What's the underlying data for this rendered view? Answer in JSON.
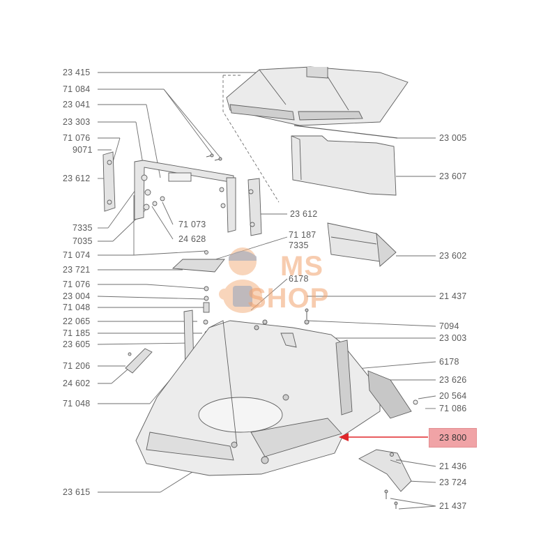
{
  "watermark": {
    "line1": "MS",
    "line2": "SHOP",
    "color": "#f1a36f"
  },
  "highlight": {
    "label": "23 800",
    "fill": "#f0a3a6",
    "arrow_color": "#e0262a"
  },
  "labels_left": [
    "23 415",
    "71 084",
    "23 041",
    "23 303",
    "71 076",
    "9071",
    "23 612",
    "7335",
    "7035",
    "71 074",
    "23 721",
    "71 076",
    "23 004",
    "71 048",
    "22 065",
    "71 185",
    "23 605",
    "71 206",
    "24 602",
    "71 048",
    "23 615"
  ],
  "labels_center": [
    "71 073",
    "24 628",
    "23 612",
    "71 187",
    "7335",
    "6178"
  ],
  "labels_right": [
    "23 005",
    "23 607",
    "23 602",
    "21 437",
    "7094",
    "23 003",
    "6178",
    "23 626",
    "20 564",
    "71 086",
    "21 436",
    "23 724",
    "21 437"
  ],
  "colors": {
    "line": "#6e6e6e",
    "label": "#5a5a5a",
    "part_fill": "#ebebeb",
    "part_dark": "#b9b9b9"
  }
}
